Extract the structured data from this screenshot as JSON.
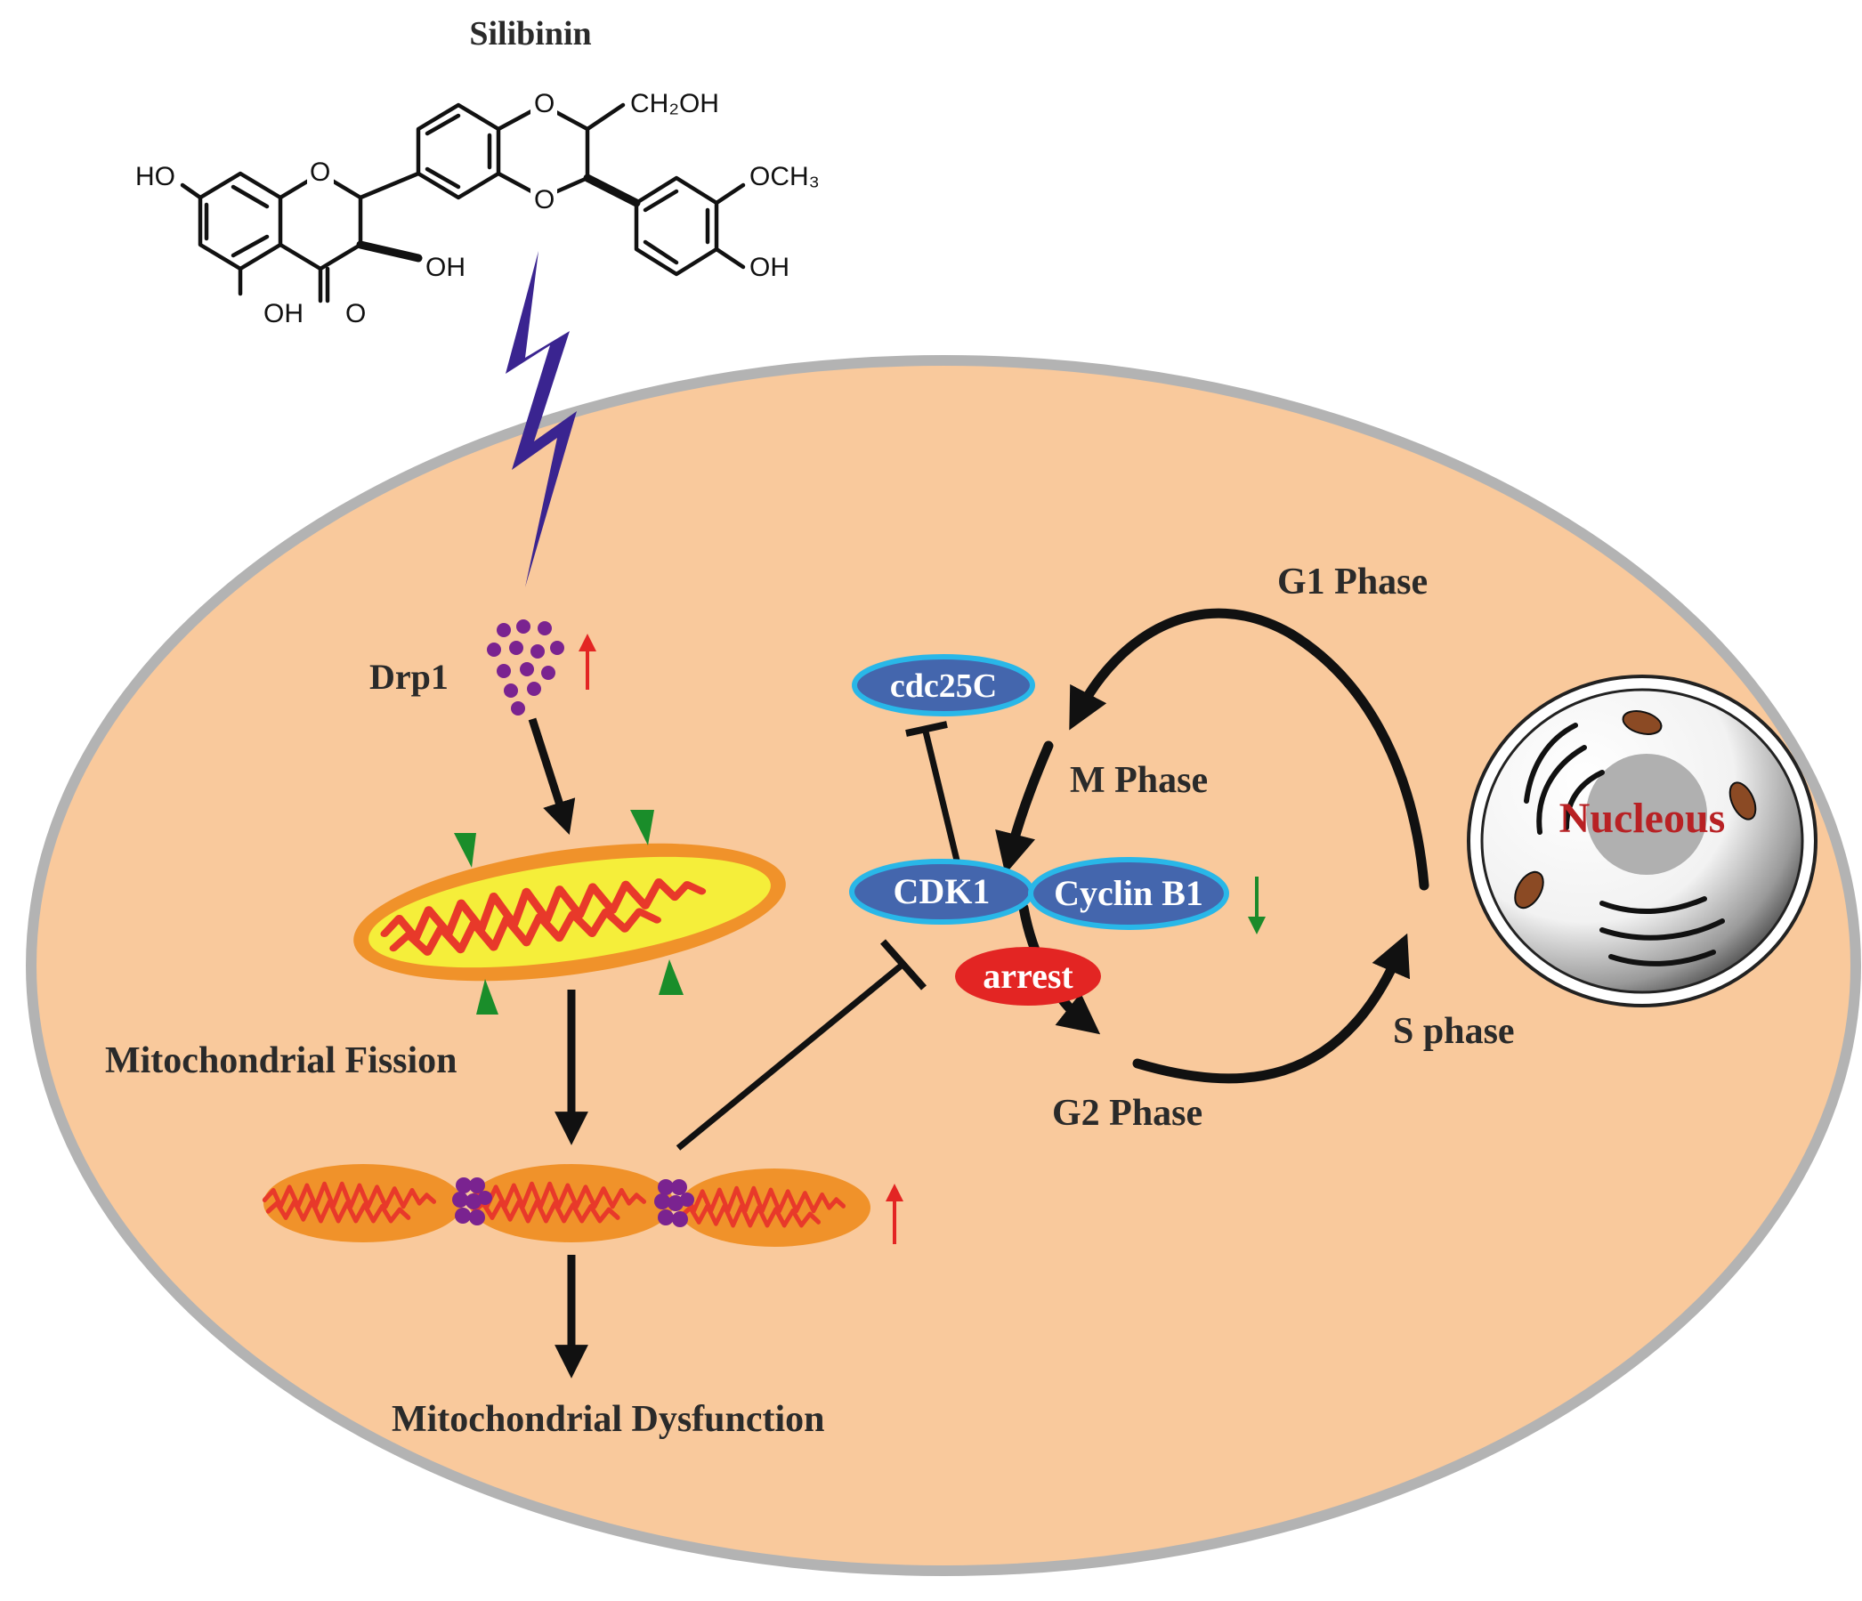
{
  "compound": {
    "name": "Silibinin",
    "groups": {
      "ho_left": "HO",
      "o_ring1": "O",
      "oh_3": "OH",
      "oh_5": "OH",
      "keto_o": "O",
      "o_diox_top": "O",
      "o_diox_bottom": "O",
      "ch2oh": "CH₂OH",
      "och3": "OCH₃",
      "oh_aryl": "OH"
    }
  },
  "labels": {
    "drp1": "Drp1",
    "fission": "Mitochondrial Fission",
    "dysfunction": "Mitochondrial Dysfunction",
    "g1": "G1 Phase",
    "m": "M Phase",
    "g2": "G2 Phase",
    "s": "S phase",
    "nucleus": "Nucleous"
  },
  "proteins": {
    "cdc25c": "cdc25C",
    "cdk1": "CDK1",
    "cyclin_b1": "Cyclin B1",
    "arrest": "arrest"
  },
  "colors": {
    "cytoplasm": "#f9c99c",
    "membrane": "#b3b3b3",
    "bolt": "#3a2490",
    "drp1": "#7a2390",
    "mito_outer": "#f0922a",
    "mito_inner": "#f5ee3a",
    "cristae": "#e8392a",
    "protein_fill": "#4466ad",
    "protein_edge": "#29b7e8",
    "arrest": "#e32523",
    "up_arrow": "#e32523",
    "down_arrow": "#1c8a2a",
    "green_marker": "#1a8d2a",
    "nucleus_text": "#b82124"
  },
  "indicators": {
    "drp1_trend": "up",
    "fission_trend": "up",
    "cyclin_b1_trend": "down"
  }
}
